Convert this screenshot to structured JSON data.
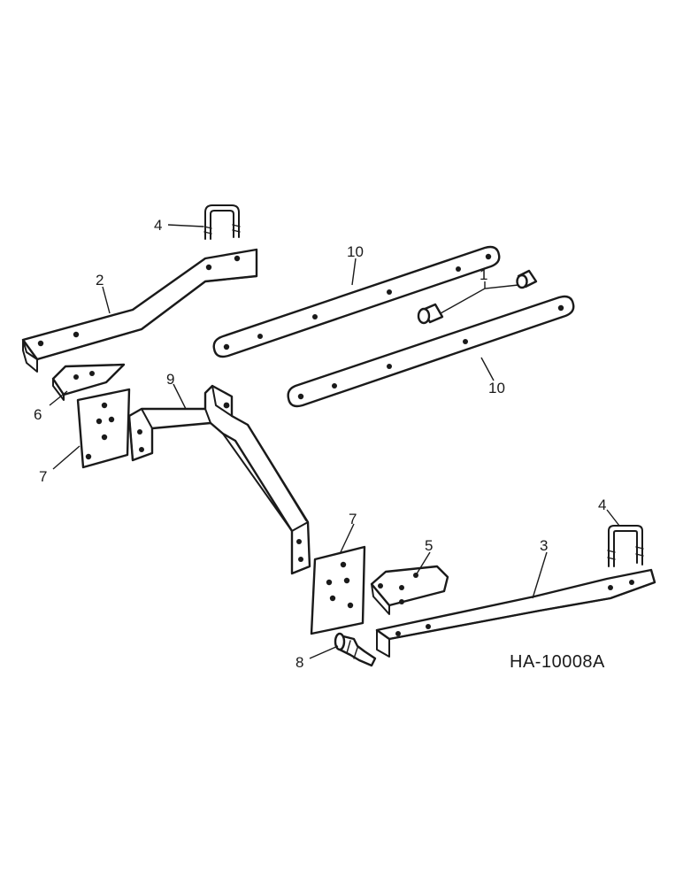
{
  "drawing_ref": "HA-10008A",
  "callouts": {
    "c1": "1",
    "c2": "2",
    "c3": "3",
    "c4a": "4",
    "c4b": "4",
    "c5": "5",
    "c6": "6",
    "c7a": "7",
    "c7b": "7",
    "c8": "8",
    "c9": "9",
    "c10a": "10",
    "c10b": "10"
  }
}
